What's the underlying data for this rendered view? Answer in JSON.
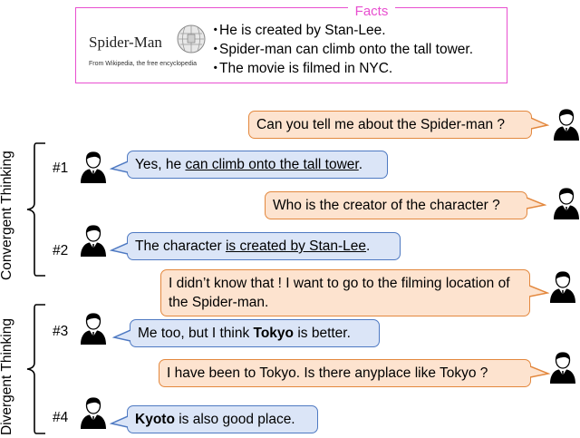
{
  "facts": {
    "title": "Facts",
    "wiki_name": "Spider-Man",
    "wiki_subtitle": "From Wikipedia, the free encyclopedia",
    "items": [
      "He is created by Stan-Lee.",
      "Spider-man can climb onto the tall tower.",
      "The movie is filmed in NYC."
    ],
    "bullet": "・"
  },
  "groups": {
    "convergent": "Convergent Thinking",
    "divergent": "Divergent Thinking"
  },
  "turns": {
    "t1": "#1",
    "t2": "#2",
    "t3": "#3",
    "t4": "#4"
  },
  "messages": {
    "u1": "Can you tell me about the Spider-man ?",
    "b1_pre": "Yes, he ",
    "b1_u": "can climb onto the tall tower",
    "b1_post": ".",
    "u2": "Who is the creator of the character ?",
    "b2_pre": "The character ",
    "b2_u": "is created by Stan-Lee",
    "b2_post": ".",
    "u3": "I didn’t know that ! I want to go to the filming location of the Spider-man.",
    "b3_pre": "Me too, but I think ",
    "b3_b": "Tokyo",
    "b3_post": " is better.",
    "u4": "I have been to Tokyo. Is there anyplace like Tokyo ?",
    "b4_b": "Kyoto",
    "b4_post": " is also good place."
  },
  "colors": {
    "facts_border": "#e84fd0",
    "user_fill": "#fde3cf",
    "user_border": "#e3883e",
    "bot_fill": "#dbe5f7",
    "bot_border": "#4e79c2"
  }
}
